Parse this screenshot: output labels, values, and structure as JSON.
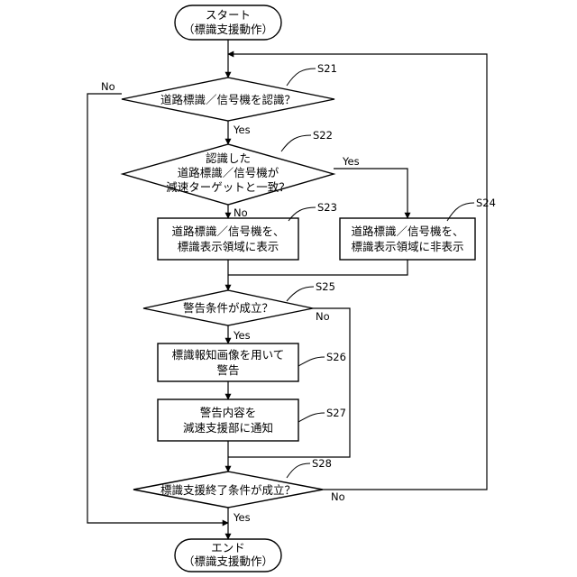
{
  "start": {
    "line1": "スタート",
    "line2": "（標識支援動作）"
  },
  "end": {
    "line1": "エンド",
    "line2": "（標識支援動作）"
  },
  "steps": {
    "s21": {
      "id": "S21",
      "text": [
        "道路標識／信号機を認識？"
      ]
    },
    "s22": {
      "id": "S22",
      "text": [
        "認識した",
        "道路標識／信号機が",
        "減速ターゲットと一致？"
      ]
    },
    "s23": {
      "id": "S23",
      "text": [
        "道路標識／信号機を、",
        "標識表示領域に表示"
      ]
    },
    "s24": {
      "id": "S24",
      "text": [
        "道路標識／信号機を、",
        "標識表示領域に非表示"
      ]
    },
    "s25": {
      "id": "S25",
      "text": [
        "警告条件が成立？"
      ]
    },
    "s26": {
      "id": "S26",
      "text": [
        "標識報知画像を用いて",
        "警告"
      ]
    },
    "s27": {
      "id": "S27",
      "text": [
        "警告内容を",
        "減速支援部に通知"
      ]
    },
    "s28": {
      "id": "S28",
      "text": [
        "標識支援終了条件が成立？"
      ]
    }
  },
  "labels": {
    "s21_no": "No",
    "s21_yes": "Yes",
    "s22_yes": "Yes",
    "s22_no": "No",
    "s25_yes": "Yes",
    "s25_no": "No",
    "s28_no": "No",
    "s28_yes": "Yes"
  }
}
